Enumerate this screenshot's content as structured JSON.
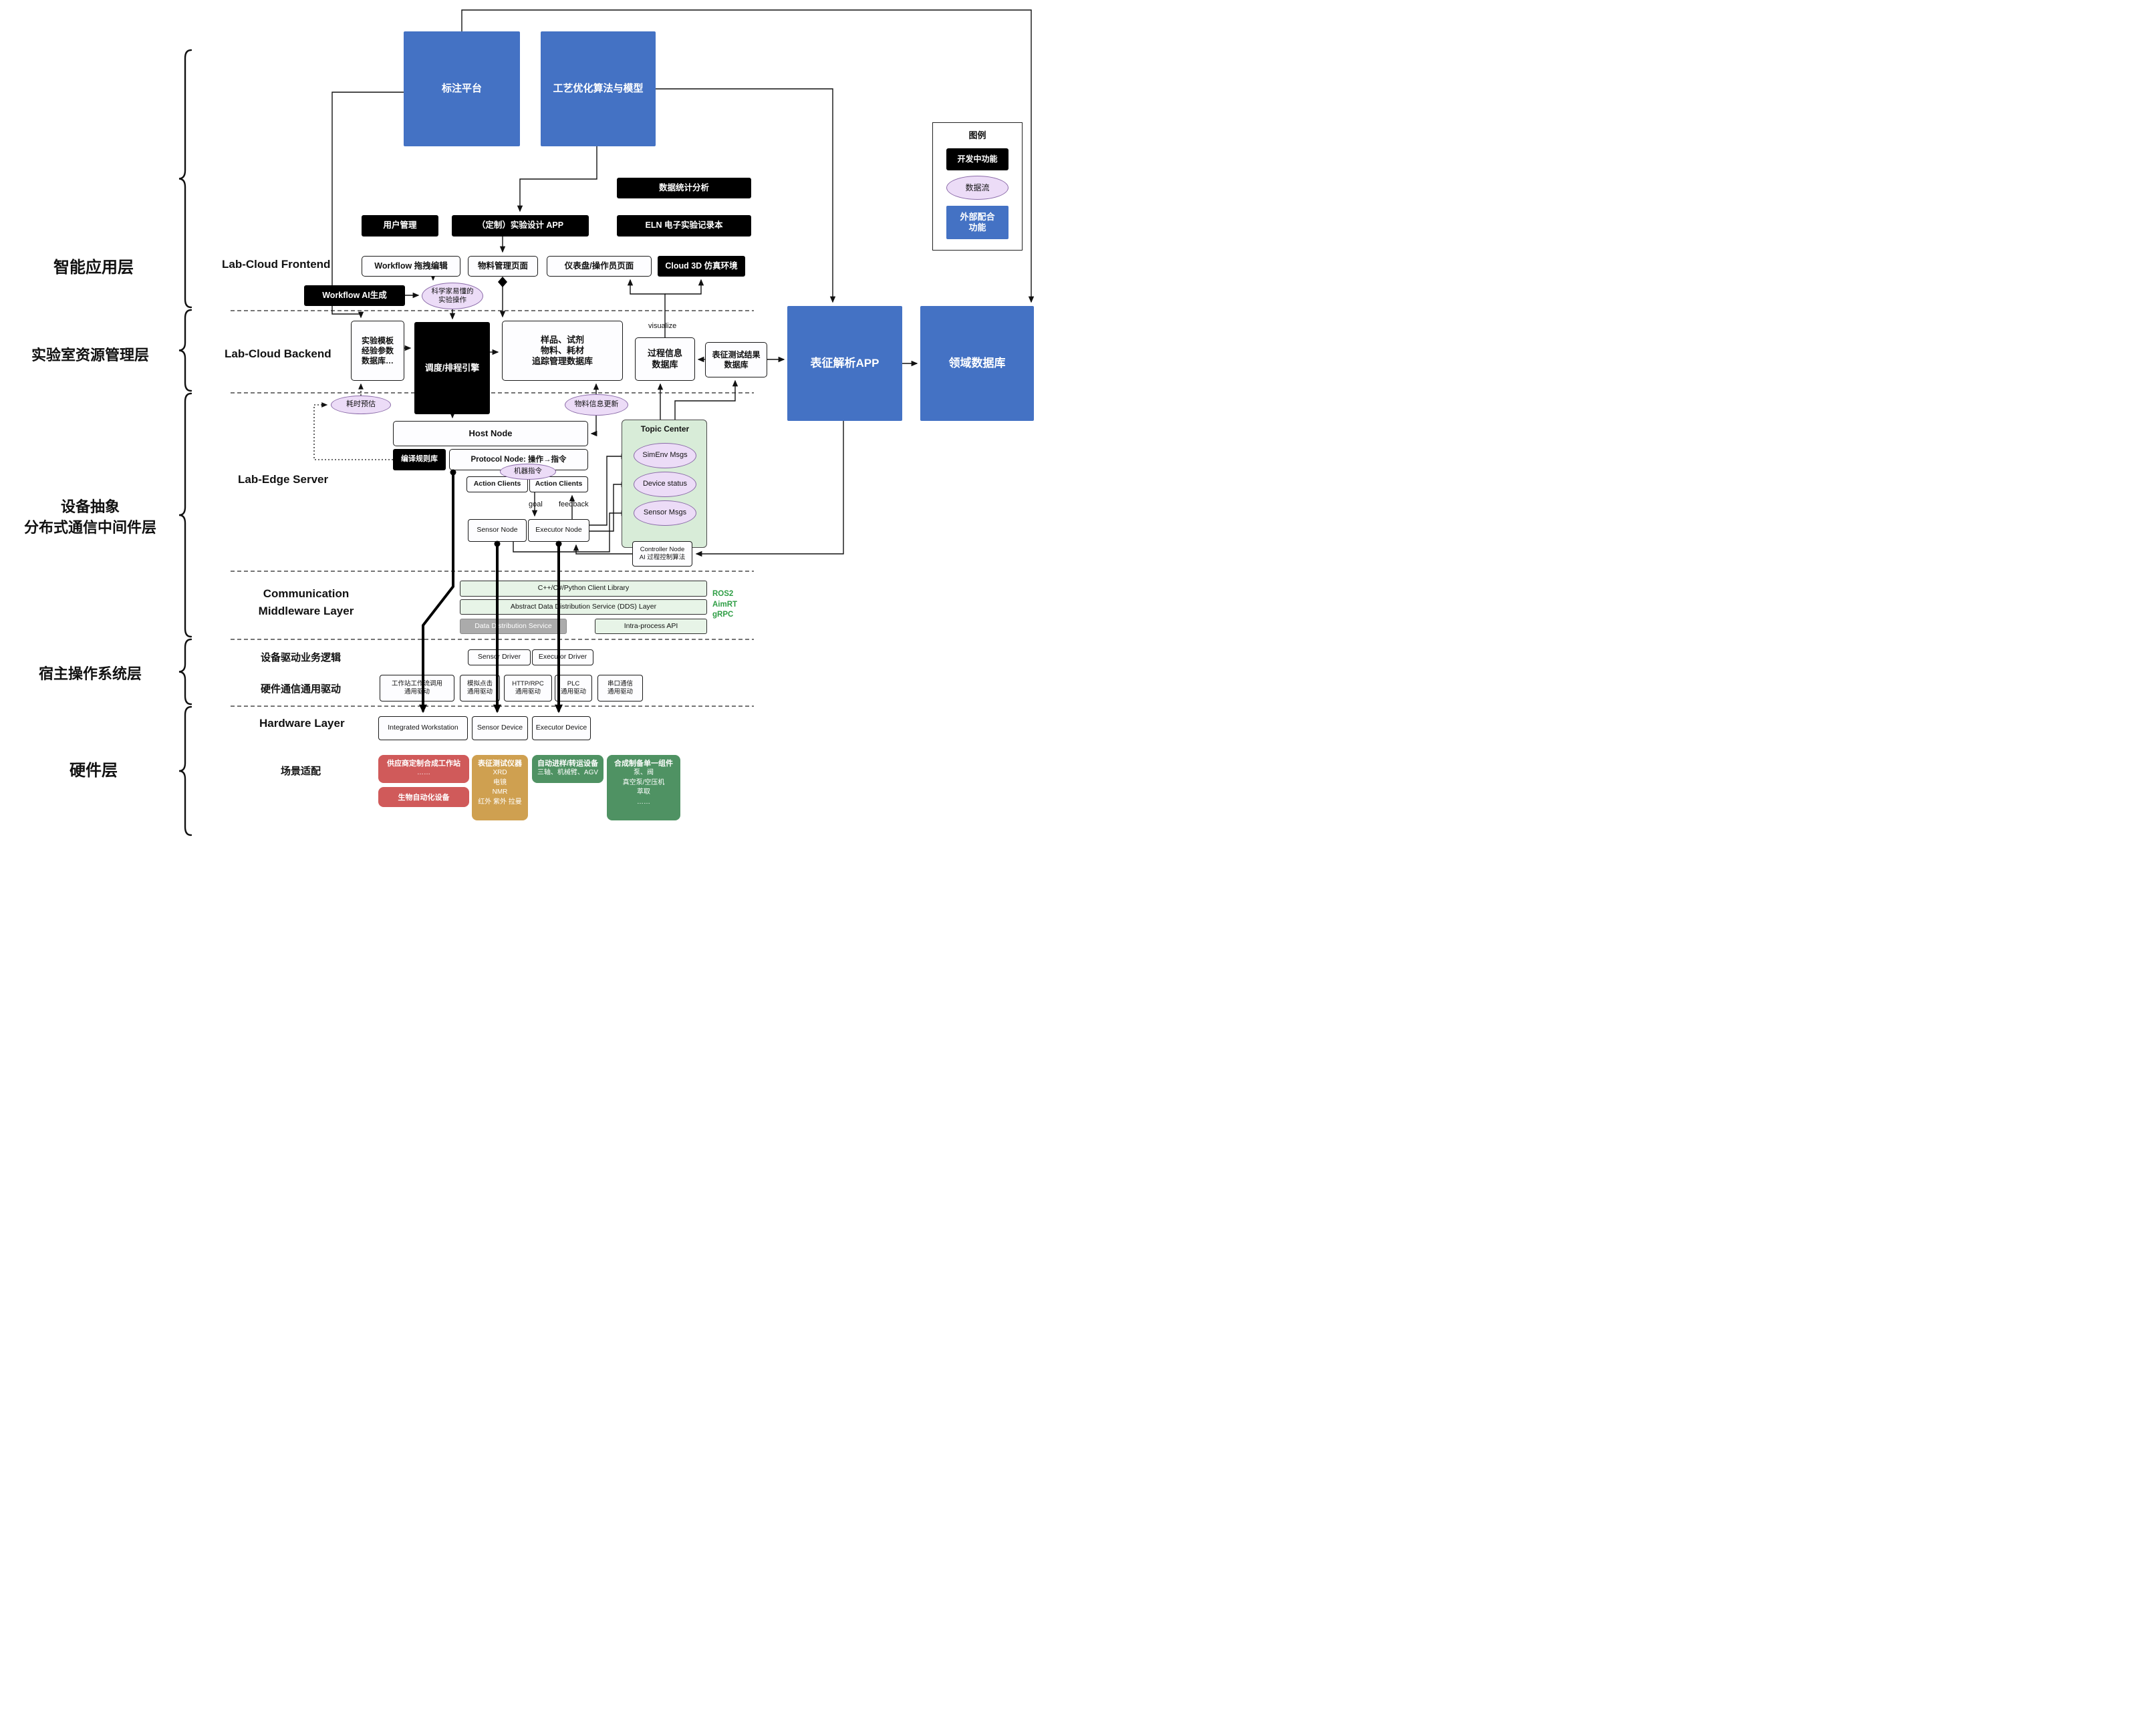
{
  "colors": {
    "blue": "#4472c4",
    "black": "#000000",
    "purple_flow": "#ecdcf7",
    "green_panel": "#d8ecd8",
    "green_box": "#e7f4e7",
    "gray": "#ababab",
    "red": "#d05a5a",
    "tan": "#cfa050",
    "green_device": "#4f9263",
    "protocol_green": "#2e9e44"
  },
  "top": {
    "annotation_platform": "标注平台",
    "process_opt": "工艺优化算法与模型"
  },
  "legend": {
    "title": "图例",
    "dev": "开发中功能",
    "flow": "数据流",
    "external": "外部配合\n功能"
  },
  "layer_labels": {
    "app": "智能应用层",
    "resource": "实验室资源管理层",
    "device": "设备抽象\n分布式通信中间件层",
    "host_os": "宿主操作系统层",
    "hardware": "硬件层"
  },
  "sections": {
    "frontend": "Lab-Cloud Frontend",
    "backend": "Lab-Cloud Backend",
    "edge": "Lab-Edge Server",
    "comm": "Communication\nMiddleware Layer",
    "driver_logic": "设备驱动业务逻辑",
    "hw_driver": "硬件通信通用驱动",
    "hardware": "Hardware Layer",
    "scene": "场景适配"
  },
  "frontend": {
    "stats": "数据统计分析",
    "user_mgmt": "用户管理",
    "custom_app": "（定制）实验设计 APP",
    "eln": "ELN 电子实验记录本",
    "wf_edit": "Workflow 拖拽编辑",
    "material_page": "物料管理页面",
    "dashboard_page": "仪表盘/操作员页面",
    "cloud3d": "Cloud 3D 仿真环境",
    "wf_ai": "Workflow AI生成",
    "sci_ops": "科学家易懂的\n实验操作"
  },
  "backend": {
    "template_db": "实验模板\n经验参数\n数据库…",
    "scheduler": "调度/排程引擎",
    "sample_db": "样品、试剂\n物料、耗材\n追踪管理数据库",
    "process_db": "过程信息\n数据库",
    "char_db": "表征测试结果\n数据库",
    "char_app": "表征解析APP",
    "domain_db": "领域数据库",
    "visualize": "visualize",
    "time_est": "耗时预估",
    "material_update": "物料信息更新"
  },
  "edge": {
    "host_node": "Host Node",
    "compile_rules": "编译规则库",
    "protocol_node": "Protocol Node: 操作→指令",
    "machine_cmd": "机器指令",
    "action_clients_1": "Action Clients",
    "action_clients_2": "Action Clients",
    "goal": "goal",
    "feedback": "feedback",
    "sensor_node": "Sensor Node",
    "executor_node": "Executor Node",
    "topic_center": "Topic Center",
    "simenv": "SimEnv Msgs",
    "device_status": "Device status",
    "sensor_msgs": "Sensor Msgs",
    "controller": "Controller Node\nAI 过程控制算法"
  },
  "middleware": {
    "client_lib": "C++/C#/Python Client Library",
    "dds_layer": "Abstract Data Distribution Service (DDS) Layer",
    "dds_service": "Data Distribution Service",
    "intra_api": "Intra-process API",
    "protocols": "ROS2\nAimRT\ngRPC"
  },
  "host_os": {
    "sensor_driver": "Sensor Driver",
    "executor_driver": "Executor Driver",
    "drivers": [
      "工作站工作流调用\n通用驱动",
      "模拟点击\n通用驱动",
      "HTTP/RPC\n通用驱动",
      "PLC\n通用驱动",
      "串口通信\n通用驱动"
    ]
  },
  "hardware": {
    "workstation": "Integrated Workstation",
    "sensor_device": "Sensor Device",
    "executor_device": "Executor Device"
  },
  "scene": {
    "vendor_title": "供应商定制合成工作站",
    "vendor_sub": "……",
    "bio": "生物自动化设备",
    "char_title": "表征测试仪器",
    "char_lines": "XRD\n电镜\nNMR\n红外 紫外 拉曼",
    "sampler_title": "自动进样/转运设备",
    "sampler_sub": "三轴、机械臂、AGV",
    "synth_title": "合成制备单一组件",
    "synth_lines": "泵、阀\n真空泵/空压机\n萃取\n……"
  }
}
